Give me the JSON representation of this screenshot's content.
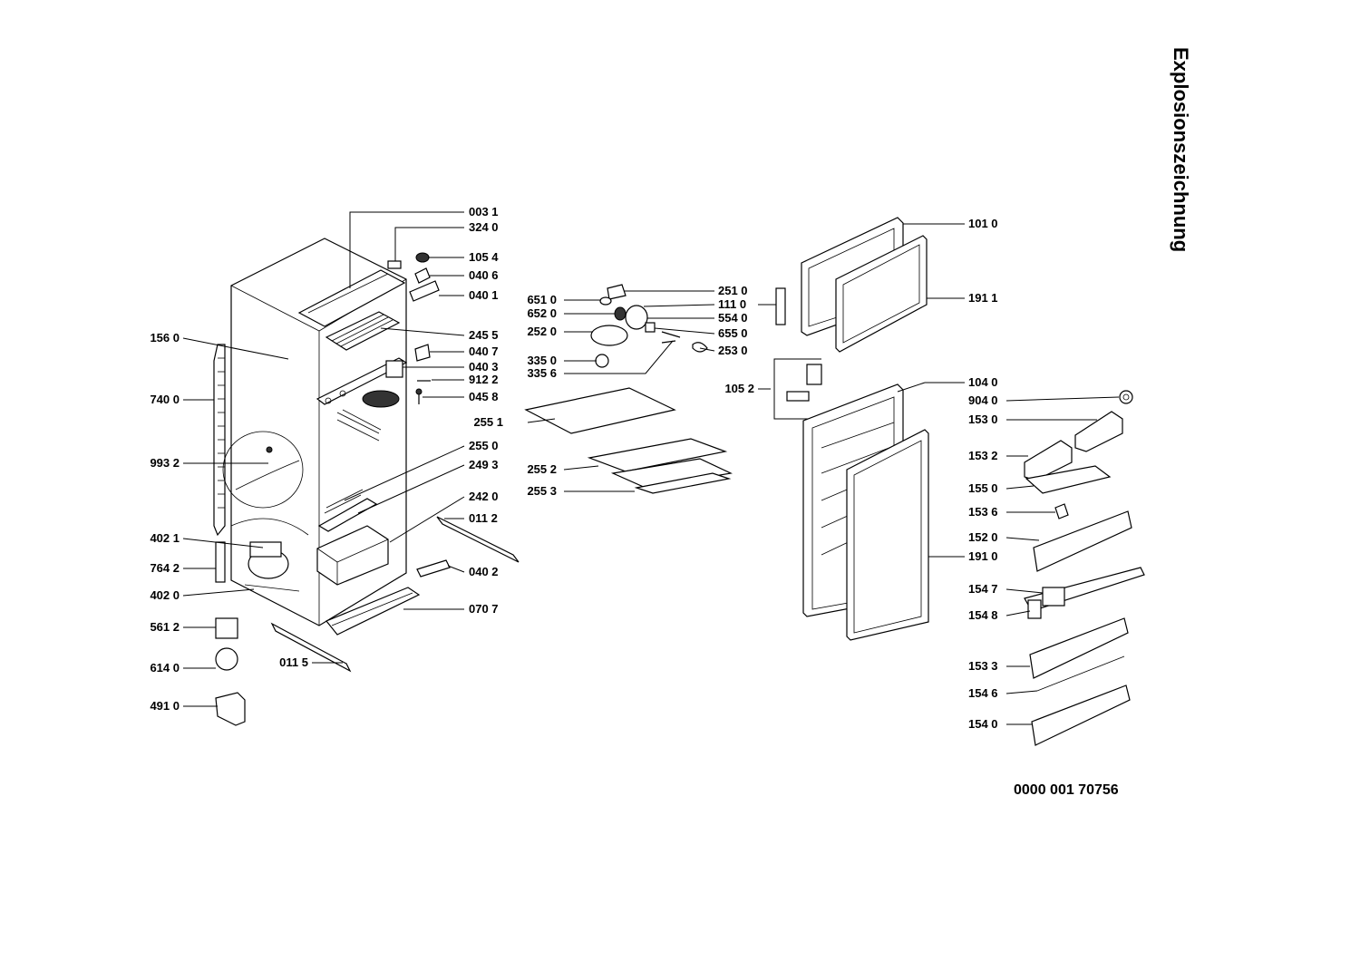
{
  "title": "Explosionszeichnung",
  "document_code": "0000  001 70756",
  "labels": {
    "p0031": "003 1",
    "p3240": "324 0",
    "p1054": "105 4",
    "p0406": "040 6",
    "p0401": "040 1",
    "p2455": "245 5",
    "p0407": "040 7",
    "p0403": "040 3",
    "p9122": "912 2",
    "p0458": "045 8",
    "p2550": "255 0",
    "p2493": "249 3",
    "p2420": "242 0",
    "p0112": "011 2",
    "p0402": "040 2",
    "p0707": "070 7",
    "p0115": "011 5",
    "p1560": "156 0",
    "p7400": "740 0",
    "p9932": "993 2",
    "p4021": "402 1",
    "p7642": "764 2",
    "p4020": "402 0",
    "p5612": "561 2",
    "p6140": "614 0",
    "p4910": "491 0",
    "p6510": "651 0",
    "p6520": "652 0",
    "p2520": "252 0",
    "p3350": "335 0",
    "p3356": "335 6",
    "p2510": "251 0",
    "p1110": "111 0",
    "p5540": "554 0",
    "p6550": "655 0",
    "p2530": "253 0",
    "p2551": "255 1",
    "p2552": "255 2",
    "p2553": "255 3",
    "p1052": "105 2",
    "p1010": "101 0",
    "p1911": "191 1",
    "p1040": "104 0",
    "p9040": "904 0",
    "p1530": "153 0",
    "p1532": "153 2",
    "p1550": "155 0",
    "p1536": "153 6",
    "p1520": "152 0",
    "p1910": "191 0",
    "p1547": "154 7",
    "p1548": "154 8",
    "p1533": "153 3",
    "p1546": "154 6",
    "p1540": "154 0"
  }
}
